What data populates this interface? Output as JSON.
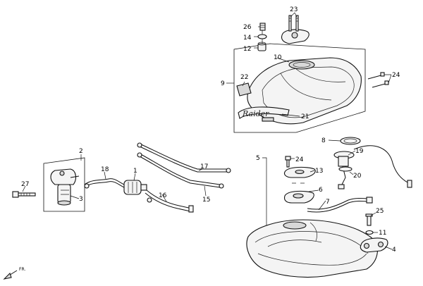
{
  "callouts": {
    "c26": "26",
    "c14": "14",
    "c12": "12",
    "c23": "23",
    "c10": "10",
    "c9": "9",
    "c22": "22",
    "c24_top": "24",
    "c21": "21",
    "c2": "2",
    "c18": "18",
    "c1": "1",
    "c17": "17",
    "c27": "27",
    "c3": "3",
    "c16": "16",
    "c15": "15",
    "c5": "5",
    "c8": "8",
    "c19": "19",
    "c24_mid": "24",
    "c13": "13",
    "c20": "20",
    "c6": "6",
    "c7": "7",
    "c25": "25",
    "c11": "11",
    "c4": "4"
  },
  "direction": {
    "label": "FR."
  }
}
